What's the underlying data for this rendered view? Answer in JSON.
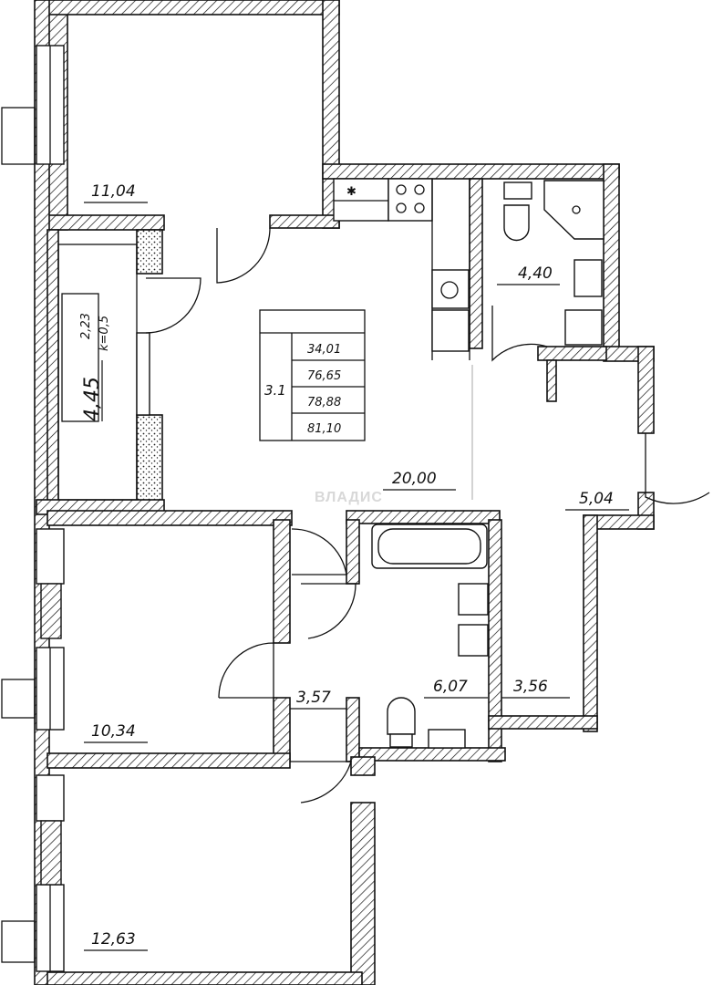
{
  "rooms": {
    "bedroom_top": "11,04",
    "bathroom_top": "4,40",
    "living_kitchen": "20,00",
    "hall": "5,04",
    "corridor": "3,57",
    "bathroom_main": "6,07",
    "storage": "3,56",
    "bedroom_middle": "10,34",
    "bedroom_bottom": "12,63"
  },
  "balcony": {
    "area": "4,45",
    "raw_area": "2,23",
    "coefficient": "k=0,5"
  },
  "summary": {
    "apartment_number": "3.1",
    "living_area": "34,01",
    "total_area": "76,65",
    "total_with_balcony_reduced": "78,88",
    "total_with_balcony": "81,10"
  },
  "watermark": "ВЛАДИС"
}
